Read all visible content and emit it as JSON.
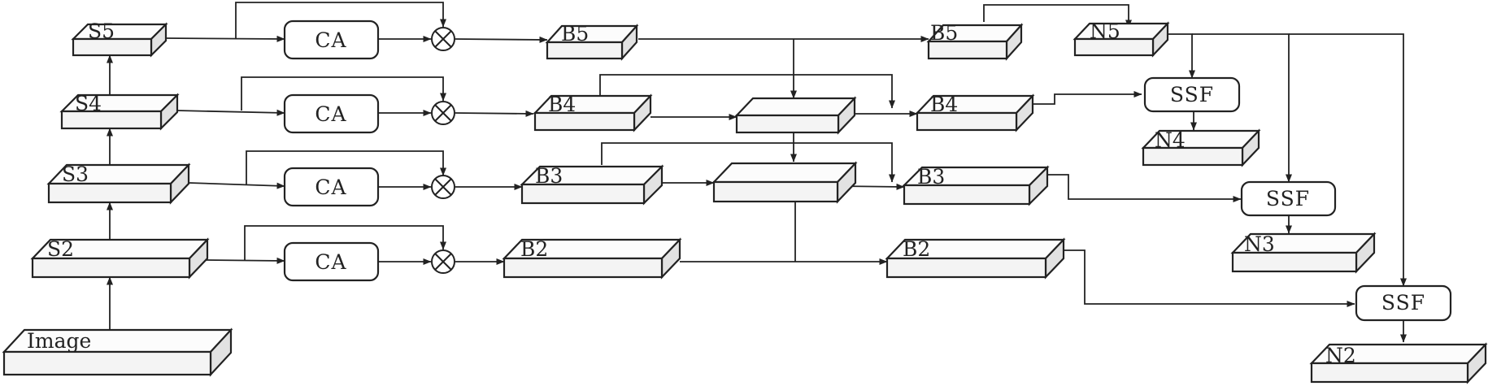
{
  "blocks": {
    "image": "Image",
    "s2": "S2",
    "s3": "S3",
    "s4": "S4",
    "s5": "S5",
    "b2a": "B2",
    "b3a": "B3",
    "b4a": "B4",
    "b5a": "B5",
    "b2b": "B2",
    "b3b": "B3",
    "b4b": "B4",
    "b5b": "B5",
    "n5": "N5",
    "n4": "N4",
    "n3": "N3",
    "n2": "N2",
    "merge4": "",
    "merge3": ""
  },
  "nodes": {
    "ca": "CA",
    "ssf": "SSF"
  }
}
